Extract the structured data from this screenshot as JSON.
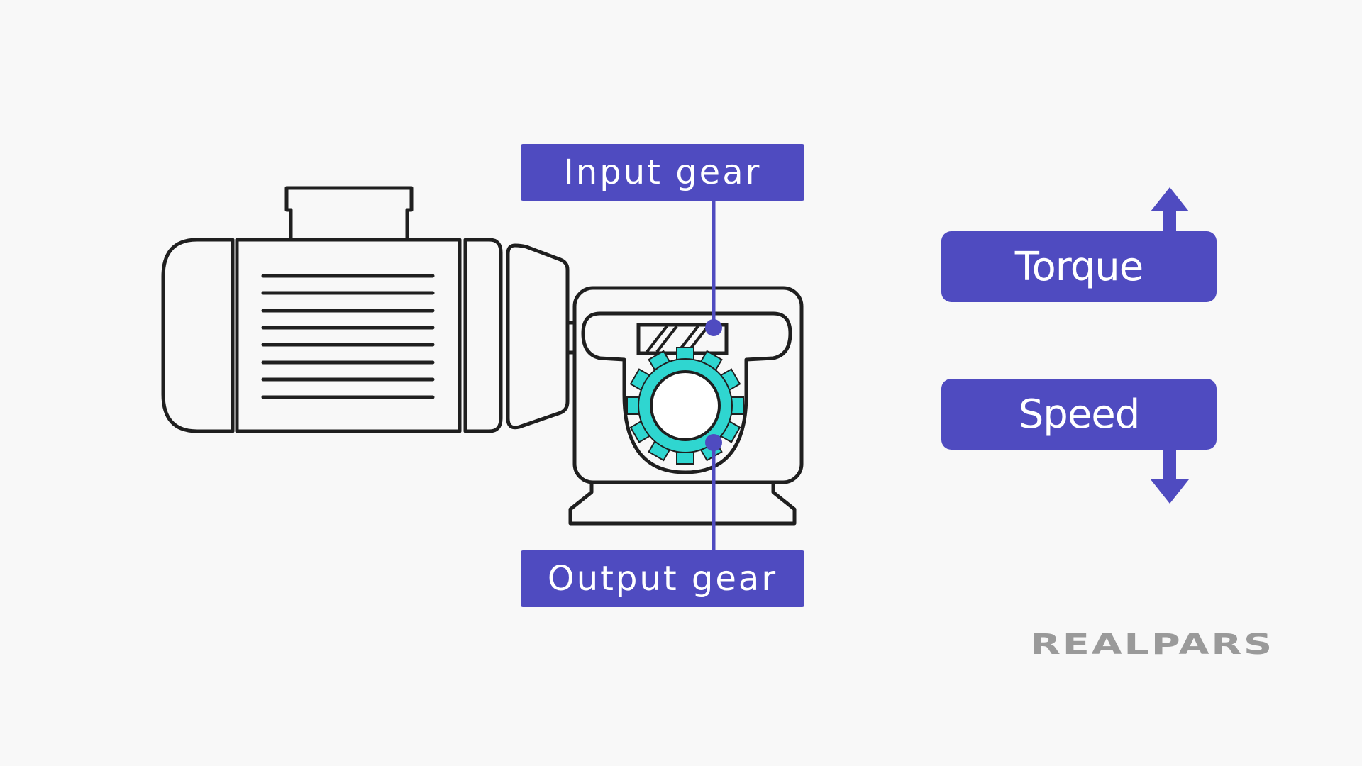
{
  "diagram": {
    "input_gear_label": "Input gear",
    "output_gear_label": "Output gear",
    "torque_label": "Torque",
    "speed_label": "Speed",
    "torque_trend": "increase",
    "speed_trend": "decrease"
  },
  "logo": {
    "text": "REALPARS"
  },
  "colors": {
    "background": "#f8f8f8",
    "label_fill": "#4f4bc0",
    "label_text": "#ffffff",
    "outline": "#1f1f1f",
    "output_gear": "#2fd6d0",
    "logo": "#9a9a9a"
  }
}
